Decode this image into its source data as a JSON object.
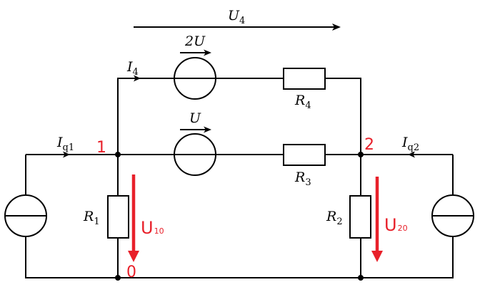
{
  "diagram": {
    "type": "electrical-circuit",
    "labels": {
      "U4": {
        "main": "U",
        "sub": "4"
      },
      "I4": {
        "main": "I",
        "sub": "4"
      },
      "source_top": "2U",
      "source_mid": "U",
      "R4": {
        "main": "R",
        "sub": "4"
      },
      "R3": {
        "main": "R",
        "sub": "3"
      },
      "R1": {
        "main": "R",
        "sub": "1"
      },
      "R2": {
        "main": "R",
        "sub": "2"
      },
      "Iq1": {
        "main": "I",
        "sub": "q1"
      },
      "Iq2": {
        "main": "I",
        "sub": "q2"
      }
    },
    "nodes": {
      "node1": "1",
      "node2": "2",
      "node0": "0"
    },
    "annotations": {
      "U10": {
        "main": "U",
        "sub": "10"
      },
      "U20": {
        "main": "U",
        "sub": "20"
      }
    },
    "colors": {
      "wire": "#000000",
      "annotation": "#e8202a"
    }
  }
}
